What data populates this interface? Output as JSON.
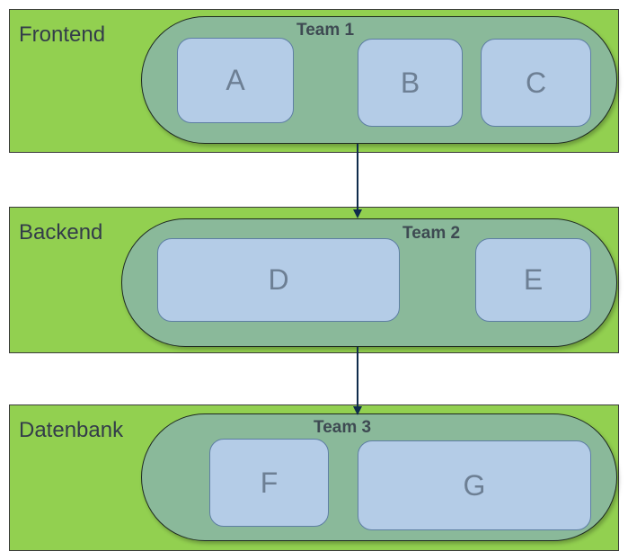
{
  "layers": [
    {
      "name": "Frontend",
      "team": "Team 1",
      "components": [
        "A",
        "B",
        "C"
      ]
    },
    {
      "name": "Backend",
      "team": "Team 2",
      "components": [
        "D",
        "E"
      ]
    },
    {
      "name": "Datenbank",
      "team": "Team 3",
      "components": [
        "F",
        "G"
      ]
    }
  ],
  "colors": {
    "layer_fill": "#92d050",
    "team_fill": "#8ab99a",
    "component_fill": "#b4cce7",
    "arrow": "#0f2c4c"
  }
}
